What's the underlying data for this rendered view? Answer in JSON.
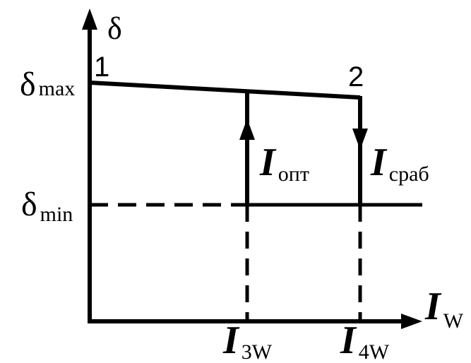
{
  "colors": {
    "ink": "#000000",
    "background": "#ffffff"
  },
  "labels": {
    "y_axis": "δ",
    "x_axis_main": "I",
    "x_axis_sub": "W",
    "delta_max_main": "δ",
    "delta_max_sub": "max",
    "delta_min_main": "δ",
    "delta_min_sub": "min",
    "point1": "1",
    "point2": "2",
    "i_opt_main": "I",
    "i_opt_sub": "опт",
    "i_sr_main": "I",
    "i_sr_sub": "сраб",
    "i3w_main": "I",
    "i3w_sub": "3W",
    "i4w_main": "I",
    "i4w_sub": "4W"
  }
}
